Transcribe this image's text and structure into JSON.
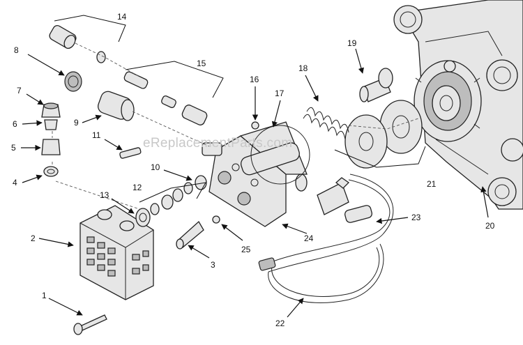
{
  "watermark": "eReplacementParts.com",
  "callouts": {
    "c1": "1",
    "c2": "2",
    "c3": "3",
    "c4": "4",
    "c5": "5",
    "c6": "6",
    "c7": "7",
    "c8": "8",
    "c9": "9",
    "c10": "10",
    "c11": "11",
    "c12": "12",
    "c13": "13",
    "c14": "14",
    "c15": "15",
    "c16": "16",
    "c17": "17",
    "c18": "18",
    "c19": "19",
    "c20": "20",
    "c21": "21",
    "c22": "22",
    "c23": "23",
    "c24": "24",
    "c25": "25"
  }
}
